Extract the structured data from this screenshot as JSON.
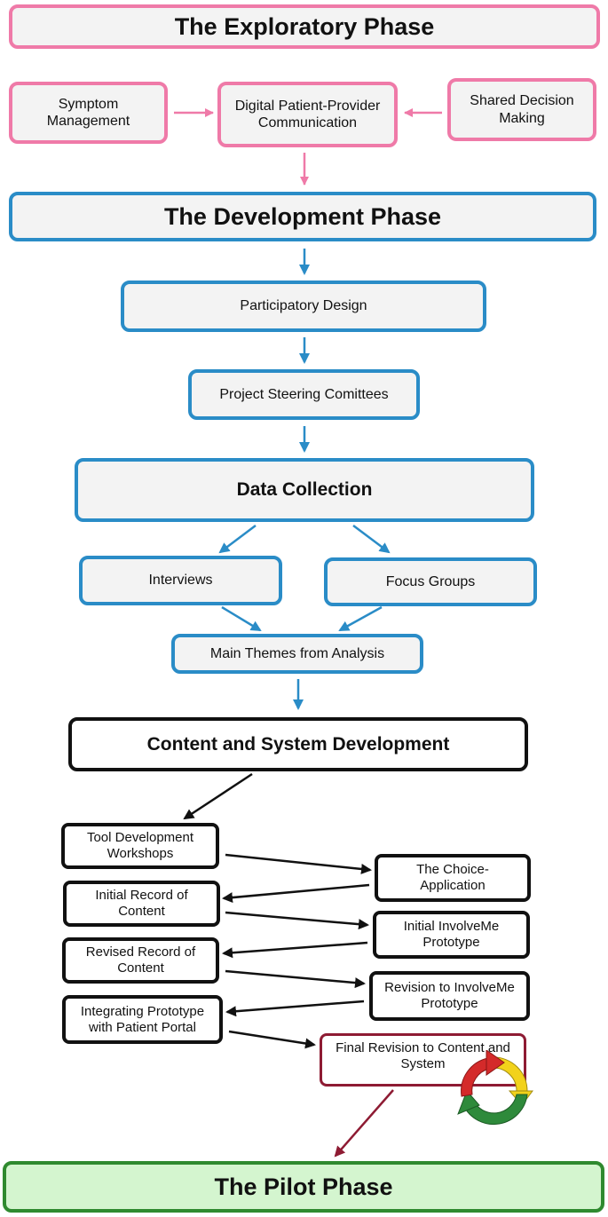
{
  "exploratory": {
    "title": "The Exploratory Phase",
    "symptom": "Symptom Management",
    "digital": "Digital Patient-Provider Communication",
    "shared": "Shared Decision Making"
  },
  "development": {
    "title": "The Development Phase",
    "participatory": "Participatory Design",
    "steering": "Project Steering Comittees",
    "data_collection": "Data Collection",
    "interviews": "Interviews",
    "focus_groups": "Focus Groups",
    "themes": "Main Themes from Analysis"
  },
  "content_system": {
    "title": "Content and System Development",
    "tool_workshops": "Tool Development Workshops",
    "choice_app": "The Choice-Application",
    "initial_record": "Initial Record of Content",
    "initial_prototype": "Initial InvolveMe Prototype",
    "revised_record": "Revised Record of Content",
    "revision_prototype": "Revision to InvolveMe Prototype",
    "integrating": "Integrating Prototype with Patient Portal",
    "final_revision": "Final Revision to Content and System"
  },
  "pilot": {
    "title": "The Pilot Phase"
  },
  "colors": {
    "exploratory": "#ef7aa8",
    "development": "#2a8cc7",
    "content": "#111111",
    "final": "#8e1b33",
    "pilot_border": "#2f8a2f",
    "pilot_fill": "#d4f5cf"
  },
  "icons": {
    "cycle": "cycle-arrows-icon"
  }
}
